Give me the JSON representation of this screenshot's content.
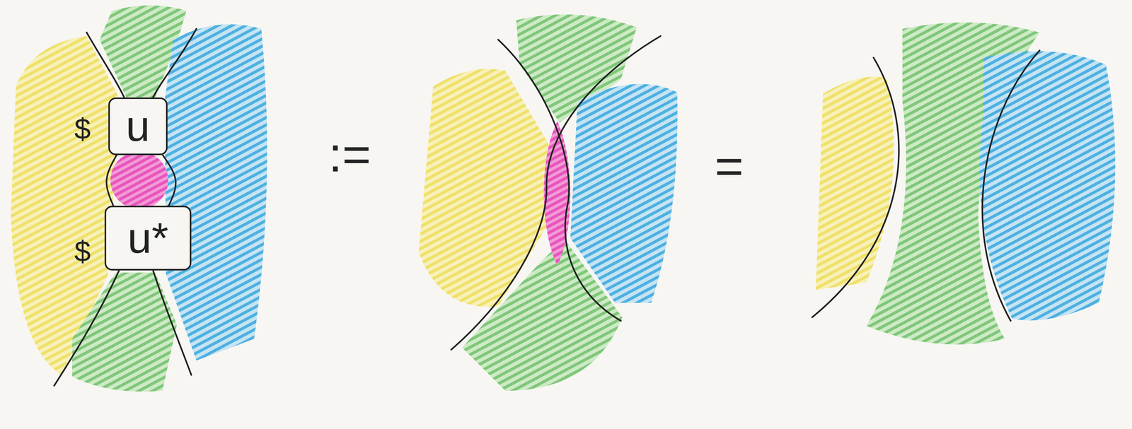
{
  "diagram": {
    "nodes": [
      {
        "text": [
          "u"
        ]
      },
      {
        "text": [
          "u*"
        ]
      }
    ],
    "edges": [
      {
        "from": 0,
        "to": 1,
        "arrow": "none"
      },
      {
        "from": 0,
        "to": 1,
        "arrow": "none"
      }
    ],
    "labels": [
      "$",
      "$",
      ":=",
      "="
    ]
  }
}
